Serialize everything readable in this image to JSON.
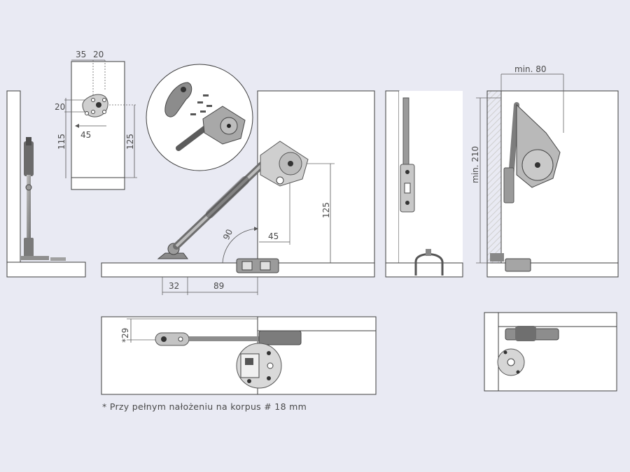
{
  "labels": {
    "d_35": "35",
    "d_20_top": "20",
    "d_20_side": "20",
    "d_115": "115",
    "d_45_plate": "45",
    "d_125_plate": "125",
    "d_90": "90",
    "d_45_main": "45",
    "d_125_main": "125",
    "d_32": "32",
    "d_89": "89",
    "d_min80": "min. 80",
    "d_min210": "min. 210",
    "d_29": "*29"
  },
  "footnote": "* Przy pełnym nałożeniu na korpus # 18 mm",
  "colors": {
    "background": "#e9eaf3",
    "panel": "#ffffff",
    "edge": "#3d3d3d",
    "dimension": "#555555",
    "shelf": "#d8d8d8",
    "metal": "#8c8c8c",
    "metal_dark": "#4d4d4d",
    "metal_light": "#c9c9c9"
  }
}
